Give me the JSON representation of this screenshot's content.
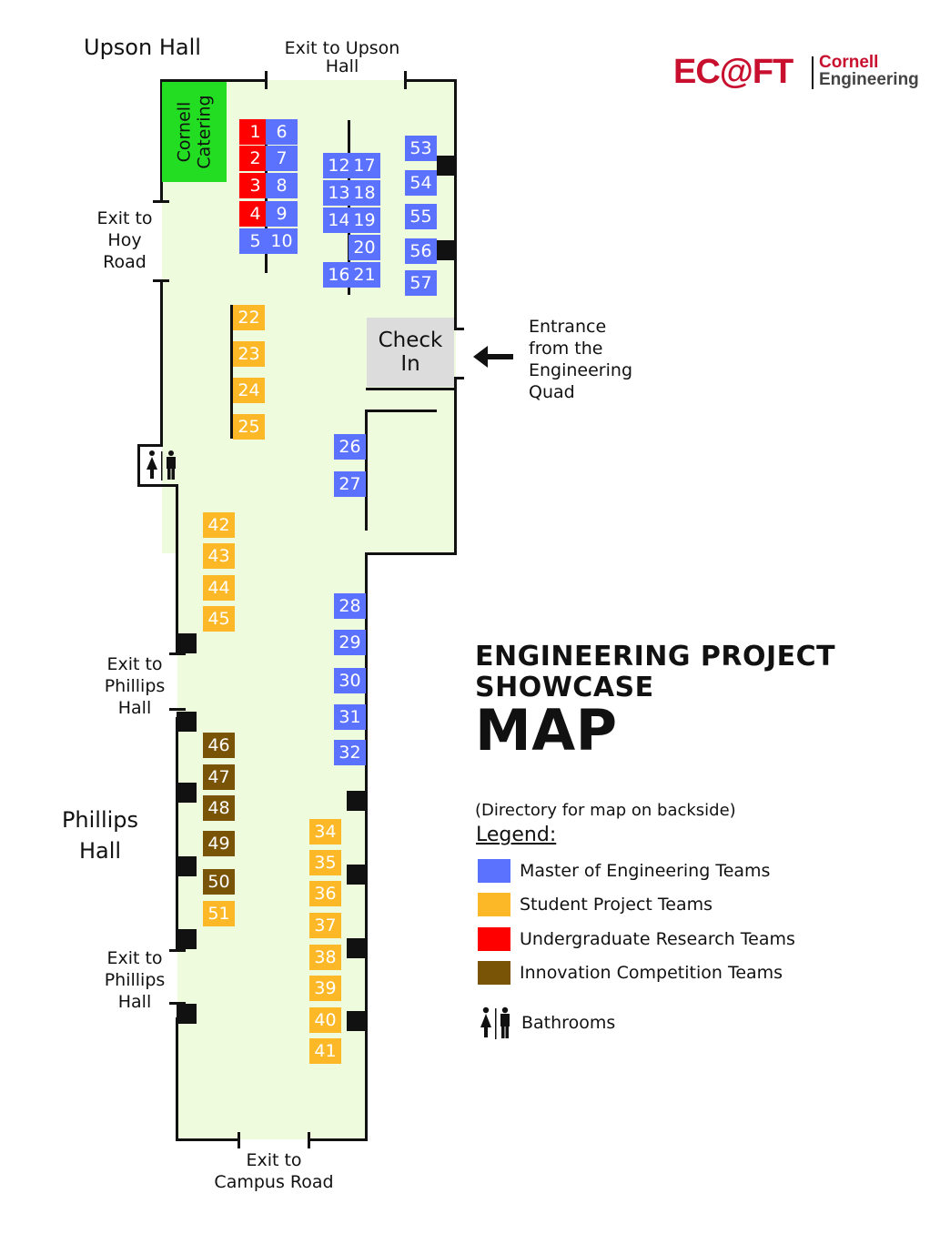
{
  "buildings": {
    "upson": "Upson Hall",
    "phillips_line1": "Phillips",
    "phillips_line2": "Hall"
  },
  "exits": {
    "upson_top": [
      "Exit to Upson",
      "Hall"
    ],
    "hoy_road": [
      "Exit to",
      "Hoy",
      "Road"
    ],
    "phillips_1": [
      "Exit to",
      "Phillips",
      "Hall"
    ],
    "phillips_2": [
      "Exit to",
      "Phillips",
      "Hall"
    ],
    "campus_road": [
      "Exit to",
      "Campus Road"
    ]
  },
  "catering": [
    "Cornell",
    "Catering"
  ],
  "check_in": [
    "Check",
    "In"
  ],
  "entrance": [
    "Entrance",
    "from the",
    "Engineering",
    "Quad"
  ],
  "logo": {
    "ecaft": "EC@FT",
    "cornell": "Cornell",
    "engineering": "Engineering"
  },
  "title": {
    "line1": "ENGINEERING PROJECT",
    "line2": "SHOWCASE",
    "line3": "MAP"
  },
  "directory_note": "(Directory for map on backside)",
  "legend": {
    "heading": "Legend:",
    "items": [
      {
        "label": "Master of Engineering Teams",
        "color": "#5b72ff"
      },
      {
        "label": "Student Project Teams",
        "color": "#fdb827"
      },
      {
        "label": "Undergraduate Research Teams",
        "color": "#ff0000"
      },
      {
        "label": "Innovation Competition Teams",
        "color": "#7a5406"
      }
    ],
    "bathrooms": "Bathrooms",
    "bathroom_icon": "restroom-icon"
  },
  "colors": {
    "meng": "#5b72ff",
    "project": "#fdb827",
    "research": "#ff0000",
    "innovation": "#7a5406",
    "catering": "#22dd22",
    "floor": "#eefbdc",
    "checkin": "#dcdcdc"
  },
  "booths": [
    {
      "n": "1",
      "t": "research"
    },
    {
      "n": "2",
      "t": "research"
    },
    {
      "n": "3",
      "t": "research"
    },
    {
      "n": "4",
      "t": "research"
    },
    {
      "n": "5",
      "t": "meng"
    },
    {
      "n": "6",
      "t": "meng"
    },
    {
      "n": "7",
      "t": "meng"
    },
    {
      "n": "8",
      "t": "meng"
    },
    {
      "n": "9",
      "t": "meng"
    },
    {
      "n": "10",
      "t": "meng"
    },
    {
      "n": "12",
      "t": "meng"
    },
    {
      "n": "13",
      "t": "meng"
    },
    {
      "n": "14",
      "t": "meng"
    },
    {
      "n": "16",
      "t": "meng"
    },
    {
      "n": "17",
      "t": "meng"
    },
    {
      "n": "18",
      "t": "meng"
    },
    {
      "n": "19",
      "t": "meng"
    },
    {
      "n": "20",
      "t": "meng"
    },
    {
      "n": "21",
      "t": "meng"
    },
    {
      "n": "53",
      "t": "meng"
    },
    {
      "n": "54",
      "t": "meng"
    },
    {
      "n": "55",
      "t": "meng"
    },
    {
      "n": "56",
      "t": "meng"
    },
    {
      "n": "57",
      "t": "meng"
    },
    {
      "n": "22",
      "t": "project"
    },
    {
      "n": "23",
      "t": "project"
    },
    {
      "n": "24",
      "t": "project"
    },
    {
      "n": "25",
      "t": "project"
    },
    {
      "n": "26",
      "t": "meng"
    },
    {
      "n": "27",
      "t": "meng"
    },
    {
      "n": "42",
      "t": "project"
    },
    {
      "n": "43",
      "t": "project"
    },
    {
      "n": "44",
      "t": "project"
    },
    {
      "n": "45",
      "t": "project"
    },
    {
      "n": "28",
      "t": "meng"
    },
    {
      "n": "29",
      "t": "meng"
    },
    {
      "n": "30",
      "t": "meng"
    },
    {
      "n": "31",
      "t": "meng"
    },
    {
      "n": "32",
      "t": "meng"
    },
    {
      "n": "46",
      "t": "innovation"
    },
    {
      "n": "47",
      "t": "innovation"
    },
    {
      "n": "48",
      "t": "innovation"
    },
    {
      "n": "49",
      "t": "innovation"
    },
    {
      "n": "50",
      "t": "innovation"
    },
    {
      "n": "51",
      "t": "project"
    },
    {
      "n": "34",
      "t": "project"
    },
    {
      "n": "35",
      "t": "project"
    },
    {
      "n": "36",
      "t": "project"
    },
    {
      "n": "37",
      "t": "project"
    },
    {
      "n": "38",
      "t": "project"
    },
    {
      "n": "39",
      "t": "project"
    },
    {
      "n": "40",
      "t": "project"
    },
    {
      "n": "41",
      "t": "project"
    }
  ]
}
